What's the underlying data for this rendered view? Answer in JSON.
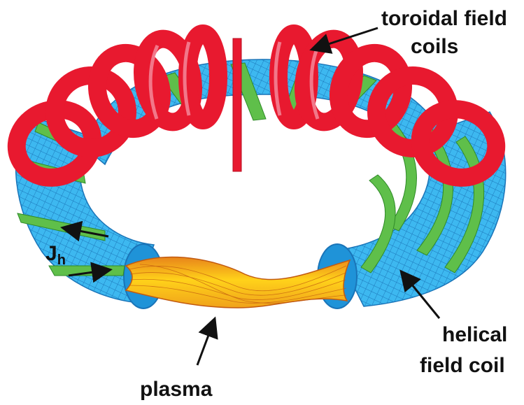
{
  "labels": {
    "toroidal_line1": "toroidal field",
    "toroidal_line2": "coils",
    "helical_line1": "helical",
    "helical_line2": "field coil",
    "plasma": "plasma",
    "jh_base": "J",
    "jh_sub": "h"
  },
  "colors": {
    "torus_fill": "#3db8f0",
    "torus_mesh": "#1a74b8",
    "toroidal_coil": "#e8192f",
    "toroidal_coil_dark": "#b80e20",
    "helical_coil": "#5fbf4a",
    "helical_coil_dark": "#2f8a28",
    "plasma_orange": "#e8841a",
    "plasma_yellow": "#ffd21a",
    "arrow": "#111111"
  }
}
